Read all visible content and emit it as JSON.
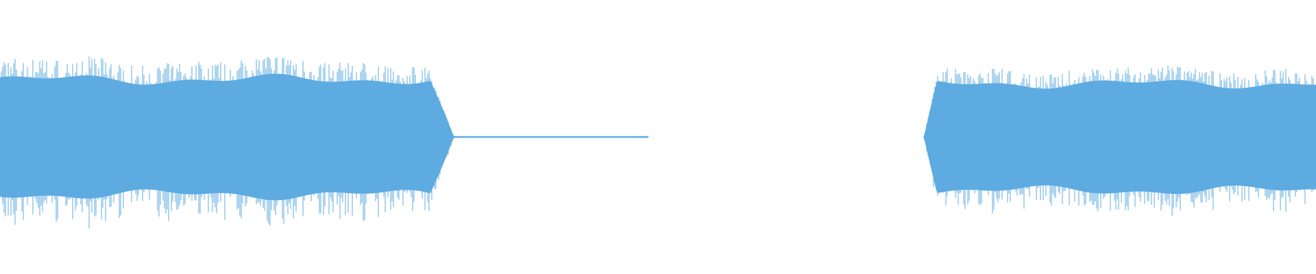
{
  "waveform": {
    "color": "#5dabe1",
    "background": "#ffffff",
    "segments": [
      {
        "id": "clip-left",
        "start": 0.0,
        "end": 0.345,
        "peak": 0.56,
        "body": 0.42,
        "fade_out": 0.018
      },
      {
        "id": "silence-tail",
        "start": 0.345,
        "end": 0.493,
        "peak": 0.008,
        "body": 0.006
      },
      {
        "id": "gap",
        "start": 0.493,
        "end": 0.702,
        "peak": 0.0,
        "body": 0.0
      },
      {
        "id": "clip-right",
        "start": 0.702,
        "end": 1.0,
        "peak": 0.5,
        "body": 0.39,
        "fade_in": 0.01
      }
    ]
  }
}
